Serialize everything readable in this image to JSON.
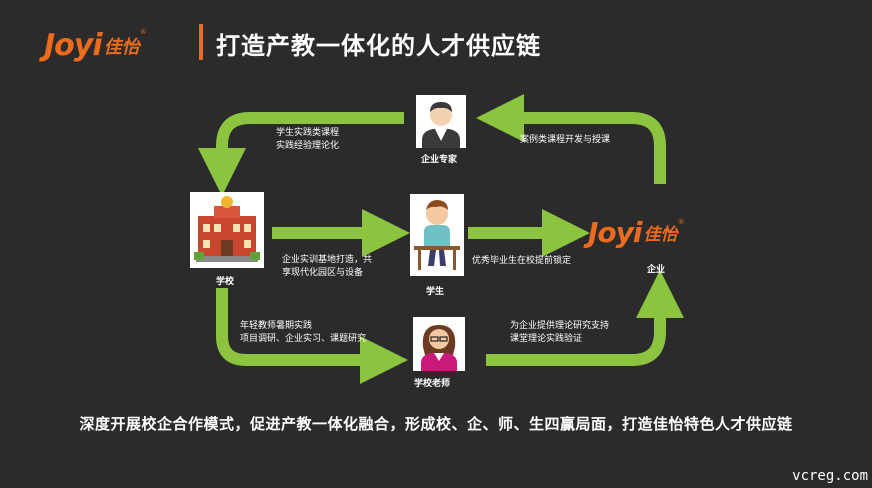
{
  "header": {
    "logo_latin": "Joyi",
    "logo_cn": "佳怡",
    "logo_reg": "®",
    "title": "打造产教一体化的人才供应链"
  },
  "nodes": {
    "expert": "企业专家",
    "school": "学校",
    "student": "学生",
    "teacher": "学校老师",
    "company": "企业"
  },
  "notes": {
    "expert_to_school_1": "学生实践类课程",
    "expert_to_school_2": "实践经验理论化",
    "company_to_expert": "案例类课程开发与授课",
    "school_to_student_1": "企业实训基地打造，共",
    "school_to_student_2": "享现代化园区与设备",
    "student_to_company": "优秀毕业生在校提前锁定",
    "school_to_teacher_1": "年轻教师暑期实践",
    "school_to_teacher_2": "项目调研、企业实习、课题研究",
    "teacher_to_company_1": "为企业提供理论研究支持",
    "teacher_to_company_2": "课堂理论实践验证"
  },
  "footer": {
    "summary": "深度开展校企合作模式，促进产教一体化融合，形成校、企、师、生四赢局面，打造佳怡特色人才供应链",
    "watermark": "vcreg.com"
  },
  "colors": {
    "background": "#2b2b2b",
    "accent_orange": "#ec6b1c",
    "arrow_green": "#8dc43f"
  },
  "icons": {
    "expert": "expert-avatar-icon",
    "school": "school-building-icon",
    "student": "student-at-desk-icon",
    "teacher": "teacher-avatar-icon"
  }
}
